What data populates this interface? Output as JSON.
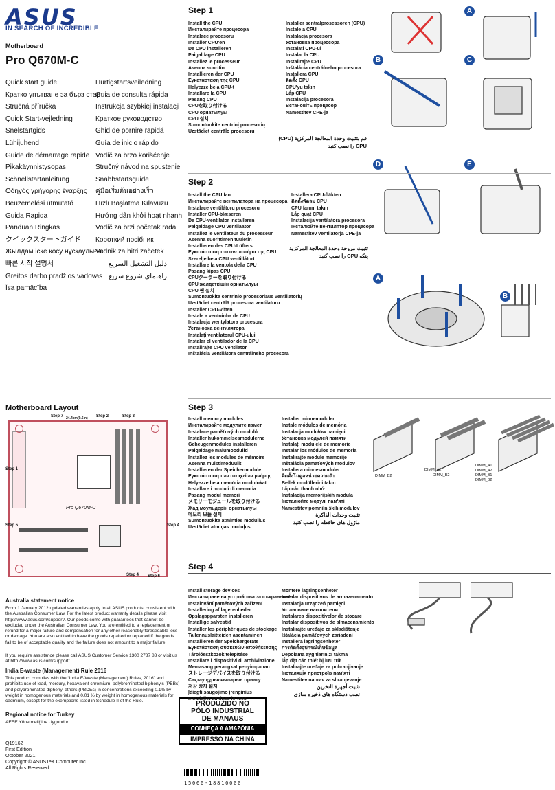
{
  "header": {
    "brand": "ASUS",
    "tagline": "IN SEARCH OF INCREDIBLE",
    "product_type": "Motherboard",
    "model": "Pro Q670M-C"
  },
  "guide_titles_left": [
    "Quick start guide",
    "Кратко упътване за бърз старт",
    "Stručná příručka",
    "Quick Start-vejledning",
    "Snelstartgids",
    "Lühijuhend",
    "Guide de démarrage rapide",
    "Pikakäynnistysopas",
    "Schnellstartanleitung",
    "Οδηγός γρήγορης έναρξης",
    "Beüzemelési útmutató",
    "Guida Rapida",
    "Panduan Ringkas",
    "クイックスタートガイド",
    "Жылдам іске қосу нұсқаулығы",
    "빠른 시작 설명서",
    "Greitos darbo pradžios vadovas",
    "Īsa pamācība"
  ],
  "guide_titles_right": [
    "Hurtigstartsveiledning",
    "Guia de consulta rápida",
    "Instrukcja szybkiej instalacji",
    "Краткое руководство",
    "Ghid de pornire rapidă",
    "Guía de inicio rápido",
    "Vodič za brzo korišćenje",
    "Stručný návod na spustenie",
    "Snabbstartsguide",
    "คู่มือเริ่มต้นอย่างเร็ว",
    "Hızlı Başlatma Kılavuzu",
    "Hướng dẫn khởi hoạt nhanh",
    "Vodič za brzi početak rada",
    "Короткий посібник",
    "Vodnik za hitri začetek"
  ],
  "guide_titles_rtl": [
    "دليل التشغيل السريع",
    "راهنمای شروع سریع"
  ],
  "layout": {
    "title": "Motherboard Layout",
    "step_callouts": [
      "Step 7",
      "Step 2",
      "Step 3",
      "Step 1",
      "Step 5",
      "Step 4",
      "Step 4",
      "Step 6"
    ],
    "dimension": "24.4cm(9.6in)",
    "board_model": "Pro Q670M-C"
  },
  "notices": {
    "australia_title": "Australia statement notice",
    "australia_p1": "From 1 January 2012 updated warranties apply to all ASUS products, consistent with the Australian Consumer Law. For the latest product warranty details please visit http://www.asus.com/support/. Our goods come with guarantees that cannot be excluded under the Australian Consumer Law. You are entitled to a replacement or refund for a major failure and compensation for any other reasonably foreseeable loss or damage. You are also entitled to have the goods repaired or replaced if the goods fail to be of acceptable quality and the failure does not amount to a major failure.",
    "australia_p2": "If you require assistance please call ASUS Customer Service 1300 2787 88 or visit us at http://www.asus.com/support/",
    "india_title": "India E-waste (Management) Rule 2016",
    "india_p": "This product complies with the “India E-Waste (Management) Rules, 2016” and prohibits use of lead, mercury, hexavalent chromium, polybrominated biphenyls (PBBs) and polybrominated diphenyl ethers (PBDEs) in concentrations exceeding 0.1% by weight in homogenous materials and 0.01 % by weight in homogenous materials for cadmium, except for the exemptions listed in Schedule II of the Rule.",
    "turkey_title": "Regional notice for Turkey",
    "turkey_p": "AEEE Yönetmeliğine Uygundur."
  },
  "footer": {
    "code": "Q19162",
    "edition": "First Edition",
    "date": "October 2021",
    "copyright": "Copyright © ASUSTeK Computer Inc.",
    "rights": "All Rights Reserved",
    "manaus_l1": "PRODUZIDO NO",
    "manaus_l2": "PÓLO INDUSTRIAL",
    "manaus_l3": "DE MANAUS",
    "manaus_l4": "CONHEÇA A AMAZÔNIA",
    "manaus_l5": "IMPRESSO NA CHINA",
    "barcode_number": "15060-18810000"
  },
  "step1": {
    "title": "Step 1",
    "col1": [
      "Install the CPU",
      "Инсталирайте процесора",
      "Instalace procesoru",
      "Installer CPU'en",
      "De CPU installeren",
      "Paigaldage CPU",
      "Installez le processeur",
      "Asenna suoritin",
      "Installieren der CPU",
      "Εγκατάσταση της CPU",
      "Helyezze be a CPU-t",
      "Installare la CPU",
      "Pasang CPU",
      "CPUを取り付ける",
      "CPU орнатылуы",
      "CPU 설치",
      "Sumontuokite centrinį procesorių",
      "Uzstādiet centrālo procesoru"
    ],
    "col2": [
      "Installer sentralprosessoren (CPU)",
      "Instale a CPU",
      "Instalacja procesora",
      "Установка процессора",
      "Instalați CPU-ul",
      "Instalar la CPU",
      "Instalirajte CPU",
      "Inštalácia centrálneho procesora",
      "Installera CPU",
      "ติดตั้ง CPU",
      "CPU'yu takın",
      "Lắp CPU",
      "Instalacija procesora",
      "Встановіть процесор",
      "Namestitev CPE-ja"
    ],
    "rtl": [
      "قم بتثبيت وحدة المعالجة المركزية (CPU)",
      "CPU را نصب کنید"
    ],
    "labels": [
      "A",
      "B",
      "C",
      "D",
      "E"
    ]
  },
  "step2": {
    "title": "Step 2",
    "col1": [
      "Install the CPU fan",
      "Инсталирайте вентилатора на процесора",
      "Instalace ventilátoru procesoru",
      "Installer CPU-blæseren",
      "De CPU-ventilator installeren",
      "Paigaldage CPU ventilaator",
      "Installez le ventilateur du processeur",
      "Asenna suorittimen tuuletin",
      "Installieren des CPU-Lüfters",
      "Εγκατάσταση του ανεμιστήρα της CPU",
      "Szerelje be a CPU ventillátort",
      "Installare la ventola della CPU",
      "Pasang kipas CPU",
      "CPUクーラーを取り付ける",
      "CPU желдеткішін орнатылуы",
      "CPU 팬 설치",
      "Sumontuokite centrinio procesoriaus ventiliatorių",
      "Uzstādiet centrālā procesora ventilatoru",
      "Installer CPU-viften",
      "Instale a ventoinha de CPU",
      "Instalacja wentylatora procesora",
      "Установка вентилятора",
      "Instalați ventilatorul CPU-ului",
      "Instalar el ventilador de la CPU",
      "Instalirajte CPU ventilator",
      "Inštalácia ventilátora centrálneho procesora"
    ],
    "col2": [
      "Installera CPU-fläkten",
      "ติดตั้งพัดลม CPU",
      "CPU fanını takın",
      "Lắp quạt CPU",
      "Instalacija ventilatora procesora",
      "Інсталюйте вентилятор процесора",
      "Namestitev ventilatorja CPE-ja"
    ],
    "rtl": [
      "تثبيت مروحة وحدة المعالجة المركزية",
      "پنکه CPU را نصب کنید"
    ],
    "labels": [
      "A",
      "B"
    ]
  },
  "step3": {
    "title": "Step 3",
    "col1": [
      "Install memory modules",
      "Инсталирайте модулите памет",
      "Instalace paměťových modulů",
      "Installer hukommelsesmodulerne",
      "Geheugenmodules installeren",
      "Paigaldage mälumoodulid",
      "Installez les modules de mémoire",
      "Asenna muistimoduulit",
      "Installieren der Speichermodule",
      "Εγκατάσταση των στοιχείων μνήμης",
      "Helyezze be a memória modulokat",
      "Installare i moduli di memoria",
      "Pasang modul memori",
      "メモリーモジュールを取り付ける",
      "Жад моульдерін орнатылуы",
      "메모리 모듈 설치",
      "Sumontuokite atminties modulius",
      "Uzstādiet atmiņas moduļus"
    ],
    "col2": [
      "Installer minnemoduler",
      "Instale módulos de memória",
      "Instalacja modułów pamięci",
      "Установка модулей памяти",
      "Instalați modulele de memorie",
      "Instalar los módulos de memoria",
      "Instalirajte module memorije",
      "Inštalácia pamäťových modulov",
      "Installera minnesmoduler",
      "ติดตั้งโมดูลหน่วยความจำ",
      "Bellek modüllerini takın",
      "Lắp các thanh nhớ",
      "Instalacija memorijskih modula",
      "Інсталюйте модулі пам'яті",
      "Namestitev pomnilniških modulov"
    ],
    "rtl": [
      "تثبيت وحدات الذاكرة",
      "ماژول های حافظه را نصب کنید"
    ],
    "dimm_labels": [
      "DIMM_B2",
      "DIMM_A2",
      "DIMM_B2",
      "DIMM_A1",
      "DIMM_A2",
      "DIMM_B1",
      "DIMM_B2"
    ]
  },
  "step4": {
    "title": "Step 4",
    "col1": [
      "Install storage devices",
      "Инсталиране на устройства за съхранение",
      "Instalování paměťových zařízení",
      "Installering af lagerenheder",
      "Opslagapparaten installeren",
      "Installige salvestid",
      "Installer les périphériques de stockage",
      "Tallennuslaitteiden asentaminen",
      "Installieren der Speichergeräte",
      "Εγκατάσταση συσκευών αποθήκευσης",
      "Tárolóeszközök telepítése",
      "Installare i dispositivi di archiviazione",
      "Memasang perangkat penyimpanan",
      "ストレージデバイスを取り付ける",
      "Сақтау құрылғыларын орнату",
      "저장 장치 설치",
      "Įdiegti saugojimo įrenginius",
      "Instalējiet atmiņas ierīces"
    ],
    "col2": [
      "Montere lagringsenheter",
      "Instalar dispositivos de armazenamento",
      "Instalacja urządzeń pamięci",
      "Установите накопители",
      "Instalarea dispozitivelor de stocare",
      "Instalar dispositivos de almacenamiento",
      "Instalirajte uređaje za skladištenje",
      "Ištalácia pamäťových zariadení",
      "Installera lagringsenheter",
      "การติดตั้งอุปกรณ์เก็บข้อมูล",
      "Depolama aygıtlarınızı takma",
      "lắp đặt các thiết bị lưu trữ",
      "Instalirajte uređaje za pohranjivanje",
      "Інсталяція пристроїв пам'яті",
      "Namestitev naprav za shranjevanje"
    ],
    "rtl": [
      "تثبيت أجهزة التخزين",
      "نصب دستگاه های ذخیره سازی"
    ]
  }
}
